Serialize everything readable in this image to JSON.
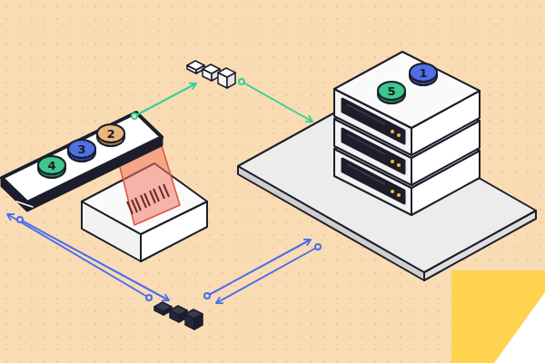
{
  "diagram": {
    "nodes": [
      {
        "text": [
          "4"
        ]
      },
      {
        "text": [
          "3"
        ]
      },
      {
        "text": [
          "2"
        ]
      },
      {
        "text": [
          "5"
        ]
      },
      {
        "text": [
          "1"
        ]
      }
    ]
  }
}
